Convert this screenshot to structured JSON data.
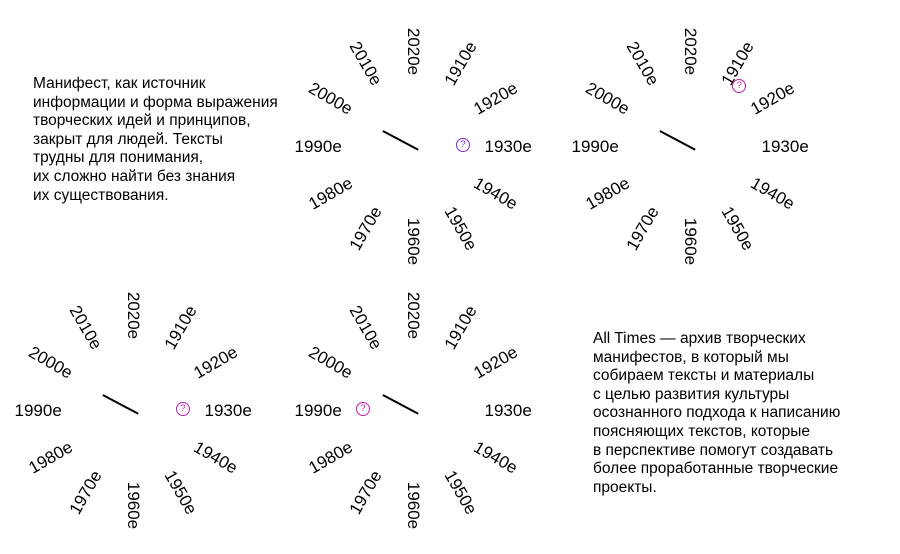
{
  "intro_text": {
    "lines": [
      "Манифест, как источник",
      "информации и форма выражения",
      "творческих идей и принципов,",
      "закрыт для людей. Тексты",
      "трудны для понимания,",
      "их сложно найти без знания",
      "их существования."
    ]
  },
  "about_text": {
    "lines": [
      "All Times — архив творческих",
      "манифестов, в который мы",
      "собираем тексты и материалы",
      "с целью развития культуры",
      "осознанного подхода к написанию",
      "поясняющих текстов, которые",
      "в перспективе помогут создавать",
      "более проработанные творческие",
      "проекты."
    ]
  },
  "decades": [
    "1910е",
    "1920е",
    "1930е",
    "1940е",
    "1950е",
    "1960е",
    "1970е",
    "1980е",
    "1990е",
    "2000е",
    "2010е",
    "2020е"
  ],
  "marker_glyph": "?",
  "colors": {
    "text": "#000000",
    "marker_magenta": "#c01fa8",
    "marker_violet": "#7f2ad6"
  },
  "dials": [
    {
      "id": "top-middle",
      "marker_near": "1930е",
      "marker_color": "violet"
    },
    {
      "id": "top-right",
      "marker_near": "1920е",
      "marker_color": "magenta"
    },
    {
      "id": "bottom-left",
      "marker_near": "1930е",
      "marker_color": "magenta"
    },
    {
      "id": "bottom-middle",
      "marker_near": "1990е",
      "marker_color": "magenta"
    }
  ]
}
